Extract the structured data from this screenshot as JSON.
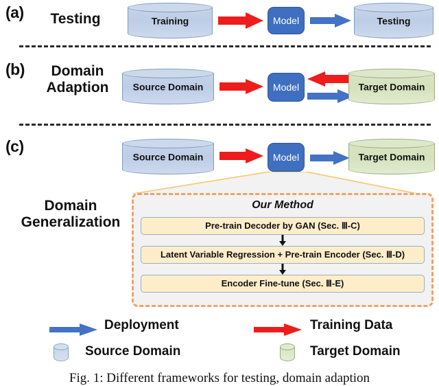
{
  "figure": {
    "caption": "Fig. 1: Different frameworks for testing, domain adaption"
  },
  "rows": [
    {
      "tag": "(a)",
      "title": "Testing",
      "source_cylinder": "Training",
      "model_label": "Model",
      "target_cylinder": "Testing"
    },
    {
      "tag": "(b)",
      "title_line1": "Domain",
      "title_line2": "Adaption",
      "source_cylinder": "Source Domain",
      "model_label": "Model",
      "target_cylinder": "Target Domain"
    },
    {
      "tag": "(c)",
      "title_line1": "Domain",
      "title_line2": "Generalization",
      "source_cylinder": "Source Domain",
      "model_label": "Model",
      "target_cylinder": "Target Domain"
    }
  ],
  "method": {
    "title": "Our Method",
    "steps": [
      "Pre-train Decoder by GAN  (Sec. Ⅲ-C)",
      "Latent Variable Regression + Pre-train Encoder (Sec. Ⅲ-D)",
      "Encoder Fine-tune (Sec. Ⅲ-E)"
    ]
  },
  "legend": {
    "deployment": "Deployment",
    "training_data": "Training Data",
    "source_domain": "Source Domain",
    "target_domain": "Target Domain"
  },
  "colors": {
    "training_arrow": "#ee1c1c",
    "deployment_arrow": "#4472c4",
    "model_fill": "#3f6fc0",
    "source_fill": "#c0d0e8",
    "target_fill": "#d7e4c1",
    "panel_border": "#f0a267",
    "step_fill": "#fdeec9",
    "funnel_stroke": "#f8c76a"
  }
}
